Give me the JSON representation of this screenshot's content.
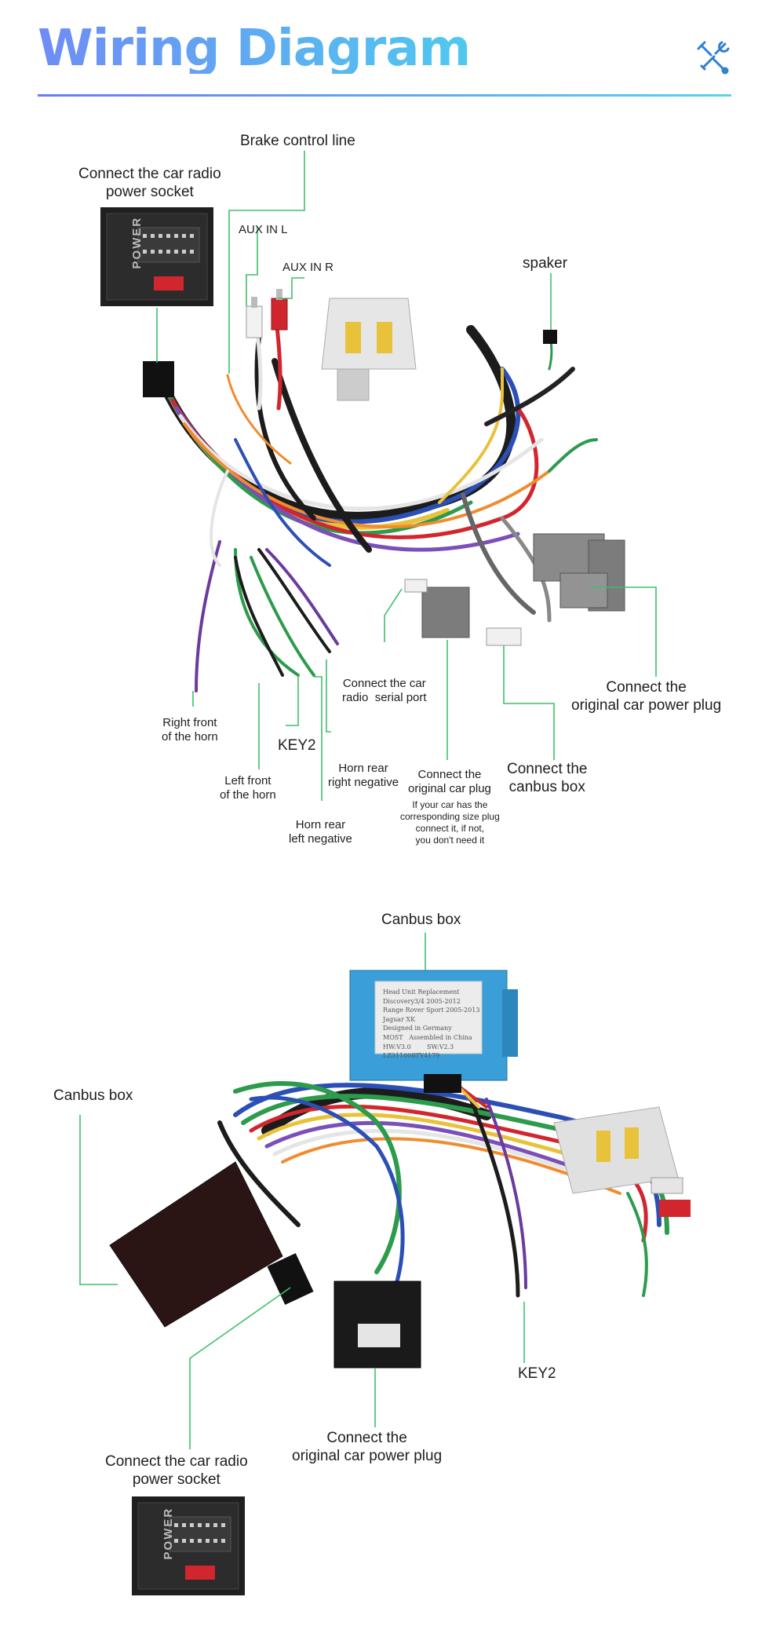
{
  "header": {
    "title": "Wiring Diagram",
    "icon": "tools-icon"
  },
  "top": {
    "brake_control_line": "Brake control line",
    "power_socket": "Connect the car radio\npower socket",
    "socket_label": "POWER",
    "aux_in_l": "AUX IN L",
    "aux_in_r": "AUX IN R",
    "spaker": "spaker",
    "serial_port": "Connect the car\nradio  serial port",
    "original_power_plug": "Connect the\noriginal car power plug",
    "right_front_horn": "Right front\nof the horn",
    "key2": "KEY2",
    "horn_rear_right": "Horn rear\nright negative",
    "original_car_plug": "Connect the\noriginal car plug",
    "original_car_plug_note": "If your car has the\ncorresponding size plug\nconnect it, if not,\nyou don't need it",
    "canbus_box": "Connect the\ncanbus box",
    "left_front_horn": "Left front\nof the horn",
    "horn_rear_left": "Horn rear\nleft negative"
  },
  "bottom": {
    "canbus_box_top": "Canbus box",
    "canbus_box_left": "Canbus box",
    "canbus_sticker": "Head Unit Replacement\nDiscovery3/4 2005-2012\nRange Rover Sport 2005-2013\nJaguar XK\nDesigned in Germany\nMOST   Assembled in China\nHW:V3.0        SW:V2.3\nLZ311008TY4179",
    "key2": "KEY2",
    "original_power_plug": "Connect the\noriginal car power plug",
    "power_socket": "Connect the car radio\npower socket",
    "socket_label": "POWER"
  },
  "colors": {
    "callout_line": "#3fbf6a",
    "title_gradient_start": "#6f8cf5",
    "title_gradient_end": "#4fc9ee",
    "canbus_blue": "#3a9fd8",
    "connector_gray": "#7c7c7c"
  }
}
